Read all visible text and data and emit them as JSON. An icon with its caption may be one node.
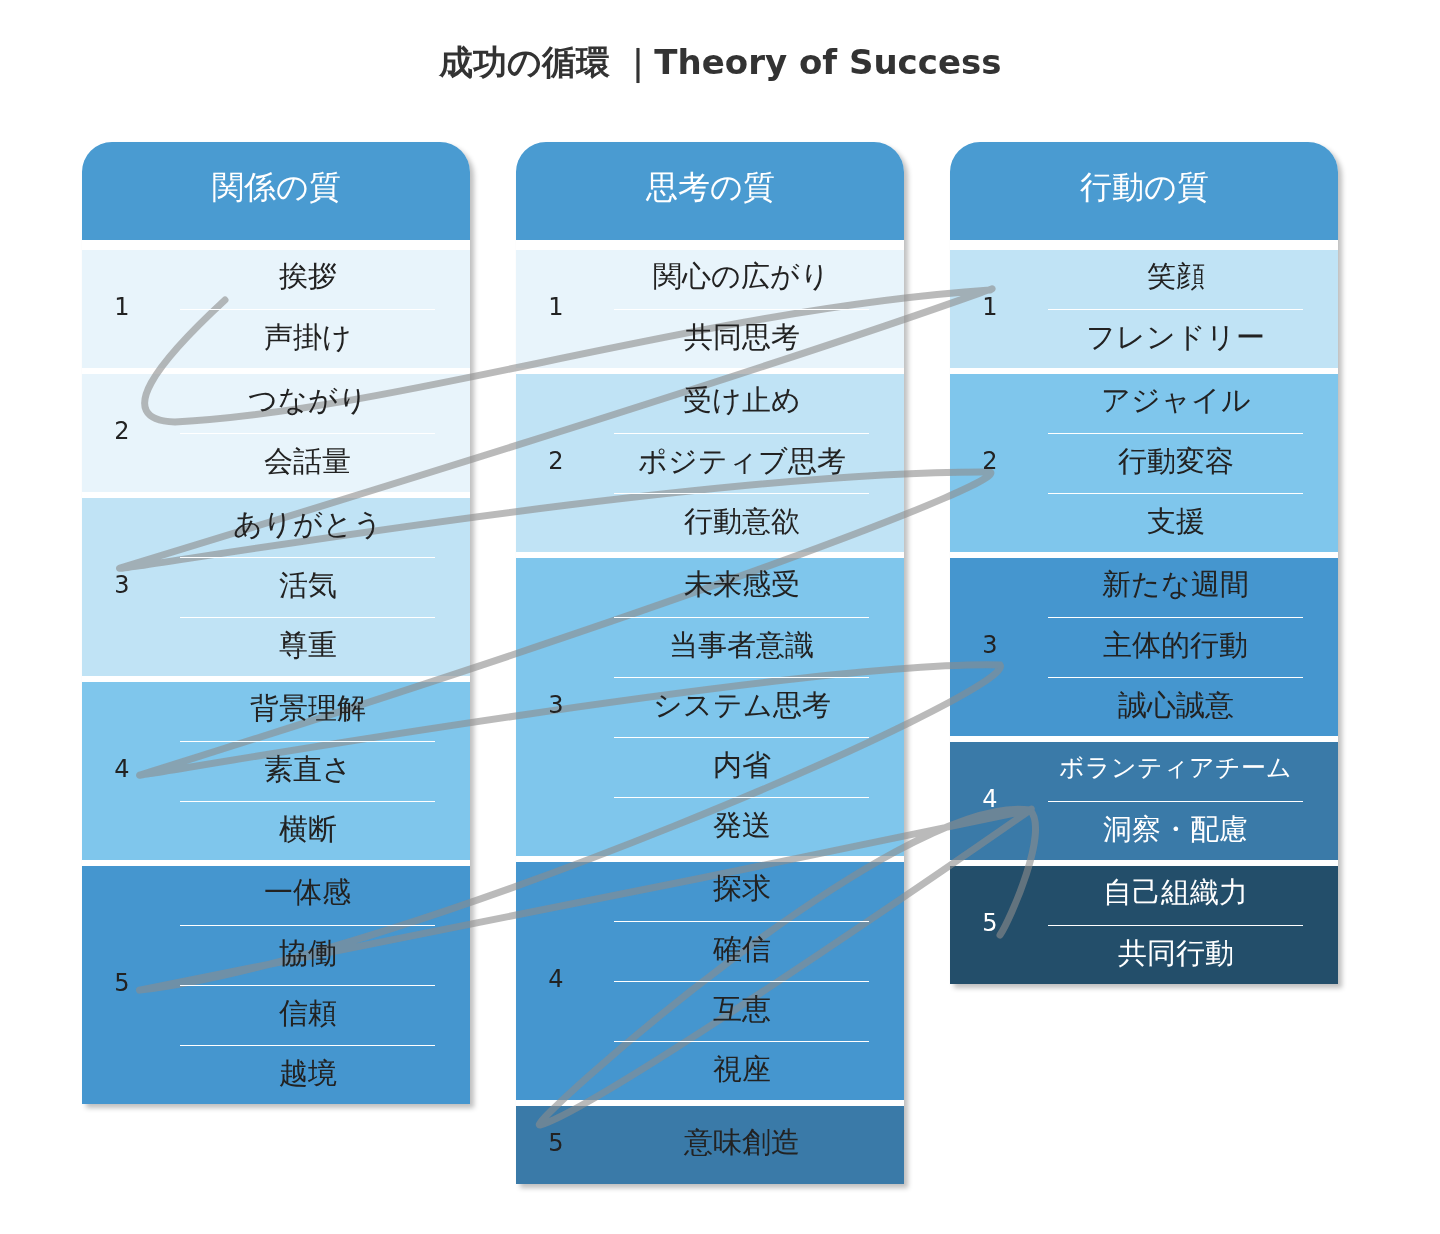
{
  "diagram": {
    "title": "成功の循環 ｜Theory of Success",
    "nodes": [
      {
        "text": [
          "関係の質"
        ]
      },
      {
        "text": [
          "1"
        ],
        "in": 0
      },
      {
        "text": [
          "挨拶"
        ],
        "in": 1
      },
      {
        "text": [
          "声掛け"
        ],
        "in": 1
      },
      {
        "text": [
          "2"
        ],
        "in": 0
      },
      {
        "text": [
          "つながり"
        ],
        "in": 4
      },
      {
        "text": [
          "会話量"
        ],
        "in": 4
      },
      {
        "text": [
          "3"
        ],
        "in": 0
      },
      {
        "text": [
          "ありがとう"
        ],
        "in": 7
      },
      {
        "text": [
          "活気"
        ],
        "in": 7
      },
      {
        "text": [
          "尊重"
        ],
        "in": 7
      },
      {
        "text": [
          "4"
        ],
        "in": 0
      },
      {
        "text": [
          "背景理解"
        ],
        "in": 11
      },
      {
        "text": [
          "素直さ"
        ],
        "in": 11
      },
      {
        "text": [
          "横断"
        ],
        "in": 11
      },
      {
        "text": [
          "5"
        ],
        "in": 0
      },
      {
        "text": [
          "一体感"
        ],
        "in": 15
      },
      {
        "text": [
          "協働"
        ],
        "in": 15
      },
      {
        "text": [
          "信頼"
        ],
        "in": 15
      },
      {
        "text": [
          "越境"
        ],
        "in": 15
      },
      {
        "text": [
          "思考の質"
        ]
      },
      {
        "text": [
          "1"
        ],
        "in": 20
      },
      {
        "text": [
          "関心の広がり"
        ],
        "in": 21
      },
      {
        "text": [
          "共同思考"
        ],
        "in": 21
      },
      {
        "text": [
          "2"
        ],
        "in": 20
      },
      {
        "text": [
          "受け止め"
        ],
        "in": 24
      },
      {
        "text": [
          "ポジティブ思考"
        ],
        "in": 24
      },
      {
        "text": [
          "行動意欲"
        ],
        "in": 24
      },
      {
        "text": [
          "3"
        ],
        "in": 20
      },
      {
        "text": [
          "未来感受"
        ],
        "in": 28
      },
      {
        "text": [
          "当事者意識"
        ],
        "in": 28
      },
      {
        "text": [
          "システム思考"
        ],
        "in": 28
      },
      {
        "text": [
          "内省"
        ],
        "in": 28
      },
      {
        "text": [
          "発送"
        ],
        "in": 28
      },
      {
        "text": [
          "4"
        ],
        "in": 20
      },
      {
        "text": [
          "探求"
        ],
        "in": 34
      },
      {
        "text": [
          "確信"
        ],
        "in": 34
      },
      {
        "text": [
          "互恵"
        ],
        "in": 34
      },
      {
        "text": [
          "視座"
        ],
        "in": 34
      },
      {
        "text": [
          "5"
        ],
        "in": 20
      },
      {
        "text": [
          "意味創造"
        ],
        "in": 39
      },
      {
        "text": [
          "行動の質"
        ]
      },
      {
        "text": [
          "1"
        ],
        "in": 41
      },
      {
        "text": [
          "笑顔"
        ],
        "in": 42
      },
      {
        "text": [
          "フレンドリー"
        ],
        "in": 42
      },
      {
        "text": [
          "2"
        ],
        "in": 41
      },
      {
        "text": [
          "アジャイル"
        ],
        "in": 45
      },
      {
        "text": [
          "行動変容"
        ],
        "in": 45
      },
      {
        "text": [
          "支援"
        ],
        "in": 45
      },
      {
        "text": [
          "3"
        ],
        "in": 41
      },
      {
        "text": [
          "新たな週間"
        ],
        "in": 49
      },
      {
        "text": [
          "主体的行動"
        ],
        "in": 49
      },
      {
        "text": [
          "誠心誠意"
        ],
        "in": 49
      },
      {
        "text": [
          "4"
        ],
        "in": 41
      },
      {
        "text": [
          "ボランティアチーム"
        ],
        "in": 53
      },
      {
        "text": [
          "洞察・配慮"
        ],
        "in": 53
      },
      {
        "text": [
          "5"
        ],
        "in": 41
      },
      {
        "text": [
          "自己組織力"
        ],
        "in": 56
      },
      {
        "text": [
          "共同行動"
        ],
        "in": 56
      }
    ]
  }
}
